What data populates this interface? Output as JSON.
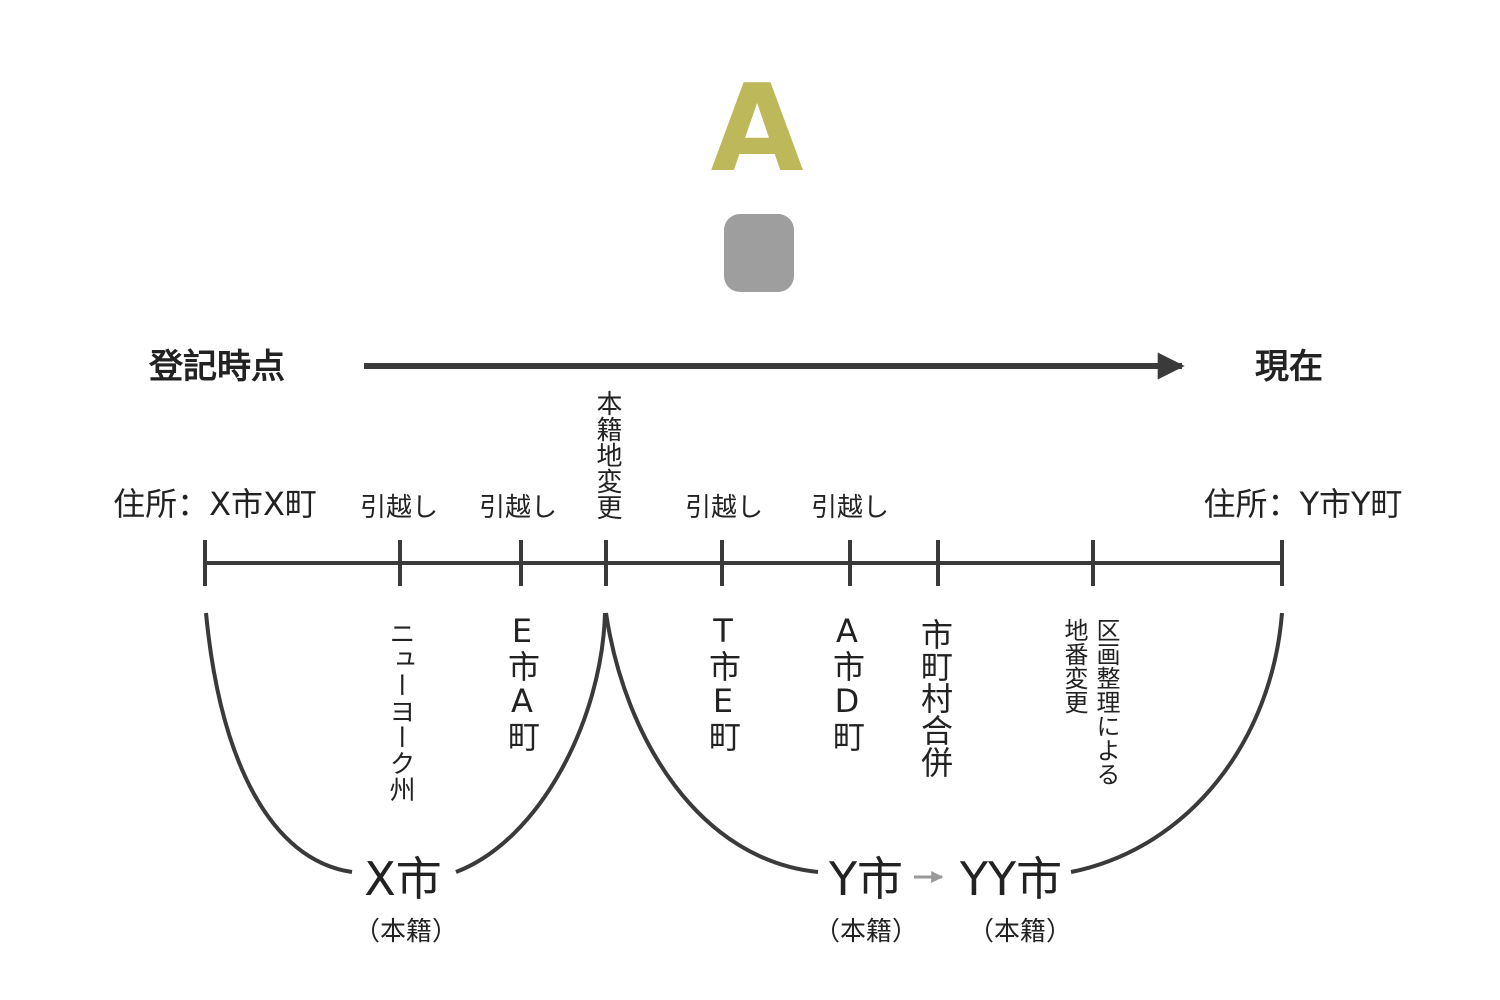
{
  "person": {
    "label": "A",
    "label_color": "#bdb85a",
    "head_color": "#9e9e9e"
  },
  "time_axis": {
    "start_label": "登記時点",
    "end_label": "現在"
  },
  "address": {
    "start": "住所：X市X町",
    "end": "住所：Y市Y町"
  },
  "events_top": {
    "move1": "引越し",
    "move2": "引越し",
    "honseki_change": "本籍地変更",
    "move3": "引越し",
    "move4": "引越し"
  },
  "destinations": {
    "d1": "ニューヨーク州",
    "d2": "E市A町",
    "d3": "T市E町",
    "d4": "A市D町",
    "d5": "市町村合併",
    "d6_col1": "区画整理による",
    "d6_col2": "地番変更"
  },
  "honseki": {
    "x_city": "X市",
    "y_city": "Y市",
    "yy_city": "YY市",
    "note": "（本籍）"
  },
  "colors": {
    "line": "#3a3a3a",
    "small_arrow": "#999999"
  }
}
